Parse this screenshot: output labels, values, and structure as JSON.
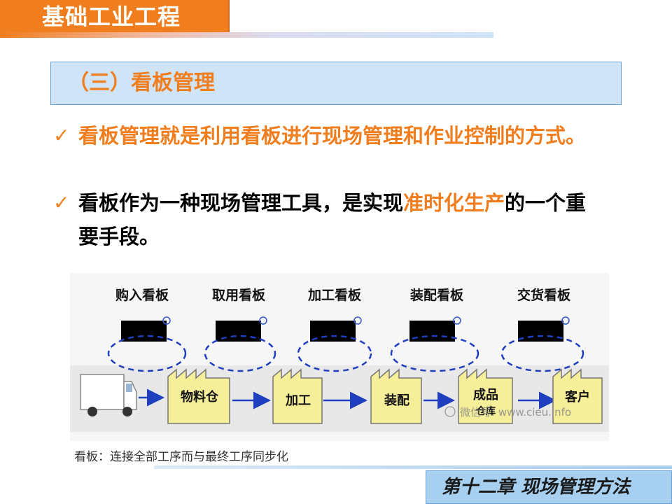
{
  "header": {
    "title": "基础工业工程"
  },
  "section": {
    "title": "（三）看板管理"
  },
  "bullets": [
    {
      "check": "✓",
      "text": "看板管理就是利用看板进行现场管理和作业控制的方式。"
    },
    {
      "check": "✓",
      "text_before": "看板作为一种现场管理工具，是实现",
      "highlight": "准时化生产",
      "text_after": "的一个重要手段。"
    }
  ],
  "diagram": {
    "kanban_labels": [
      "购入看板",
      "取用看板",
      "加工看板",
      "装配看板",
      "交货看板"
    ],
    "station_labels": [
      "物料仓",
      "加工",
      "装配",
      "成品",
      "仓库",
      "客户"
    ],
    "watermark": "微信号: www.cieu.info"
  },
  "caption": "看板：连接全部工序而与最终工序同步化",
  "footer": {
    "chapter": "第十二章 现场管理方法"
  },
  "colors": {
    "accent": "#f07d1e",
    "box": "#cfe5f7",
    "footer": "#a7d0f0",
    "factory": "#f5ef9a"
  }
}
